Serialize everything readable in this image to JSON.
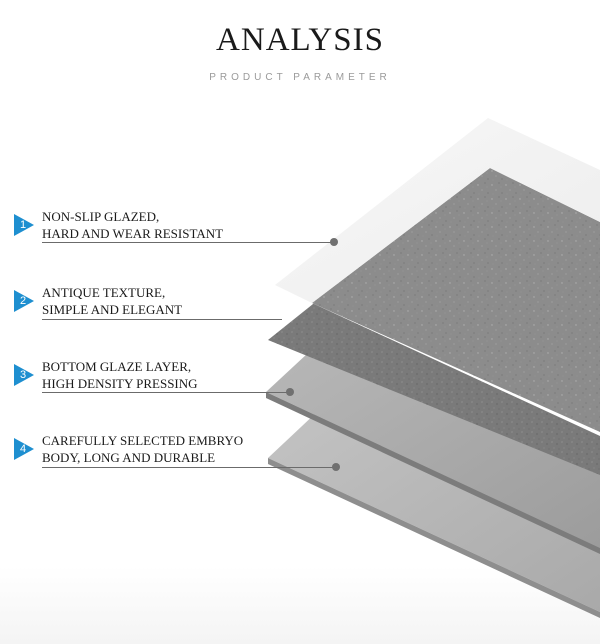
{
  "header": {
    "title": "ANALYSIS",
    "subtitle": "PRODUCT PARAMETER"
  },
  "features": [
    {
      "number": "1",
      "line1": "NON-SLIP GLAZED,",
      "line2": "HARD AND WEAR RESISTANT"
    },
    {
      "number": "2",
      "line1": "ANTIQUE TEXTURE,",
      "line2": "SIMPLE AND ELEGANT"
    },
    {
      "number": "3",
      "line1": "BOTTOM GLAZE LAYER,",
      "line2": "HIGH DENSITY PRESSING"
    },
    {
      "number": "4",
      "line1": "CAREFULLY SELECTED EMBRYO",
      "line2": "BODY, LONG AND DURABLE"
    }
  ],
  "colors": {
    "badge": "#1e8fd0",
    "title": "#1a1a1a",
    "subtitle": "#9a9a9a",
    "leader_line": "#6b6b6b",
    "tile_surface": "#8c8c8c",
    "tile_glaze": "#7a7a7a",
    "bottom_layer": "#a6a6a6",
    "body_layer": "#b3b3b3"
  },
  "icons": {
    "badge": "triangle-badge-icon",
    "leader_end": "dot-marker-icon"
  }
}
